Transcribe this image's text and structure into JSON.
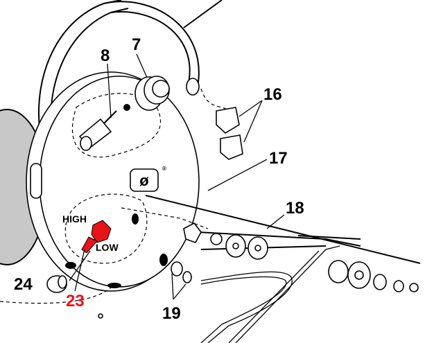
{
  "callouts": {
    "part_7": "7",
    "part_8": "8",
    "part_16": "16",
    "part_17": "17",
    "part_18": "18",
    "part_19": "19",
    "part_23": "23",
    "part_24": "24"
  },
  "switch_labels": {
    "high": "HIGH",
    "low": "LOW"
  },
  "logo": {
    "symbol": "ø",
    "registered": "®"
  },
  "colors": {
    "highlight": "#e8141a",
    "cushion": "#c8c8c8"
  }
}
